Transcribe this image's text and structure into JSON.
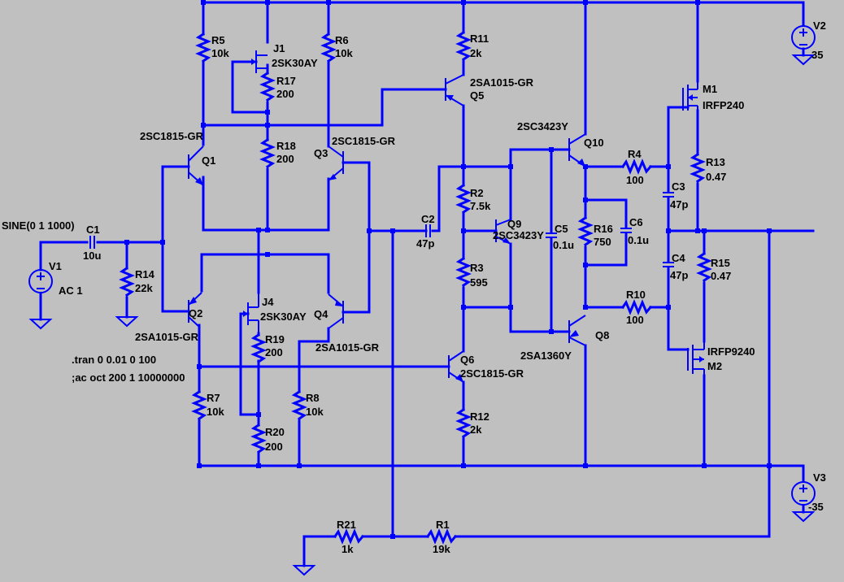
{
  "directives": {
    "tran": ".tran 0 0.01 0 100",
    "ac": ";ac oct 200 1 10000000"
  },
  "sources": {
    "V1": {
      "name": "V1",
      "value": "AC 1",
      "stim": "SINE(0 1 1000)"
    },
    "V2": {
      "name": "V2",
      "value": "35"
    },
    "V3": {
      "name": "V3",
      "value": "-35"
    }
  },
  "resistors": {
    "R1": {
      "name": "R1",
      "value": "19k"
    },
    "R2": {
      "name": "R2",
      "value": "7.5k"
    },
    "R3": {
      "name": "R3",
      "value": "595"
    },
    "R4": {
      "name": "R4",
      "value": "100"
    },
    "R5": {
      "name": "R5",
      "value": "10k"
    },
    "R6": {
      "name": "R6",
      "value": "10k"
    },
    "R7": {
      "name": "R7",
      "value": "10k"
    },
    "R8": {
      "name": "R8",
      "value": "10k"
    },
    "R10": {
      "name": "R10",
      "value": "100"
    },
    "R11": {
      "name": "R11",
      "value": "2k"
    },
    "R12": {
      "name": "R12",
      "value": "2k"
    },
    "R13": {
      "name": "R13",
      "value": "0.47"
    },
    "R14": {
      "name": "R14",
      "value": "22k"
    },
    "R15": {
      "name": "R15",
      "value": "0.47"
    },
    "R16": {
      "name": "R16",
      "value": "750"
    },
    "R17": {
      "name": "R17",
      "value": "200"
    },
    "R18": {
      "name": "R18",
      "value": "200"
    },
    "R19": {
      "name": "R19",
      "value": "200"
    },
    "R20": {
      "name": "R20",
      "value": "200"
    },
    "R21": {
      "name": "R21",
      "value": "1k"
    }
  },
  "capacitors": {
    "C1": {
      "name": "C1",
      "value": "10u"
    },
    "C2": {
      "name": "C2",
      "value": "47p"
    },
    "C3": {
      "name": "C3",
      "value": "47p"
    },
    "C4": {
      "name": "C4",
      "value": "47p"
    },
    "C5": {
      "name": "C5",
      "value": "0.1u"
    },
    "C6": {
      "name": "C6",
      "value": "0.1u"
    }
  },
  "transistors": {
    "Q1": {
      "name": "Q1",
      "part": "2SC1815-GR"
    },
    "Q2": {
      "name": "Q2",
      "part": "2SA1015-GR"
    },
    "Q3": {
      "name": "Q3",
      "part": "2SC1815-GR"
    },
    "Q4": {
      "name": "Q4",
      "part": "2SA1015-GR"
    },
    "Q5": {
      "name": "Q5",
      "part": "2SA1015-GR"
    },
    "Q6": {
      "name": "Q6",
      "part": "2SC1815-GR"
    },
    "Q8": {
      "name": "Q8",
      "part": "2SA1360Y"
    },
    "Q9": {
      "name": "Q9",
      "part": "2SC3423Y"
    },
    "Q10": {
      "name": "Q10",
      "part": "2SC3423Y"
    },
    "J1": {
      "name": "J1",
      "part": "2SK30AY"
    },
    "J4": {
      "name": "J4",
      "part": "2SK30AY"
    },
    "M1": {
      "name": "M1",
      "part": "IRFP240"
    },
    "M2": {
      "name": "M2",
      "part": "IRFP9240"
    }
  },
  "colors": {
    "background": "#C0C0C0",
    "wire": "#0000FF",
    "text": "#000000"
  }
}
